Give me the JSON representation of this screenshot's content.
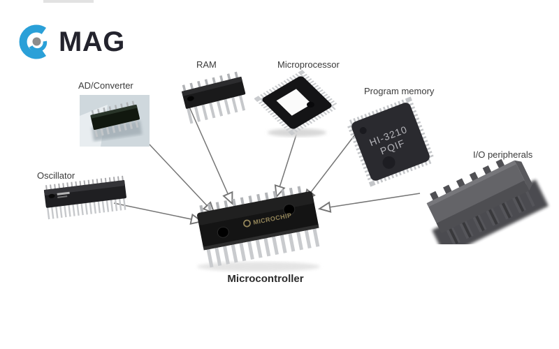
{
  "logo": {
    "brand_text": "MAG",
    "icon": "c-ring-dot-icon",
    "accent_color": "#2aa0d8",
    "dot_color": "#8c8c8c",
    "text_color": "#23232d"
  },
  "diagram": {
    "center": {
      "label": "Microcontroller",
      "chip_marking": "MICROCHIP"
    },
    "components": [
      {
        "id": "oscillator",
        "label": "Oscillator"
      },
      {
        "id": "ad-converter",
        "label": "AD/Converter"
      },
      {
        "id": "ram",
        "label": "RAM"
      },
      {
        "id": "microprocessor",
        "label": "Microprocessor"
      },
      {
        "id": "program-memory",
        "label": "Program memory",
        "chip_marking_line1": "HI-3210",
        "chip_marking_line2": "PQIF"
      },
      {
        "id": "io-peripherals",
        "label": "I/O peripherals"
      }
    ],
    "connections": [
      {
        "from": "oscillator",
        "to": "microcontroller"
      },
      {
        "from": "ad-converter",
        "to": "microcontroller"
      },
      {
        "from": "ram",
        "to": "microcontroller"
      },
      {
        "from": "microprocessor",
        "to": "microcontroller"
      },
      {
        "from": "program-memory",
        "to": "microcontroller"
      },
      {
        "from": "io-peripherals",
        "to": "microcontroller"
      }
    ],
    "arrow_color": "#757575"
  }
}
